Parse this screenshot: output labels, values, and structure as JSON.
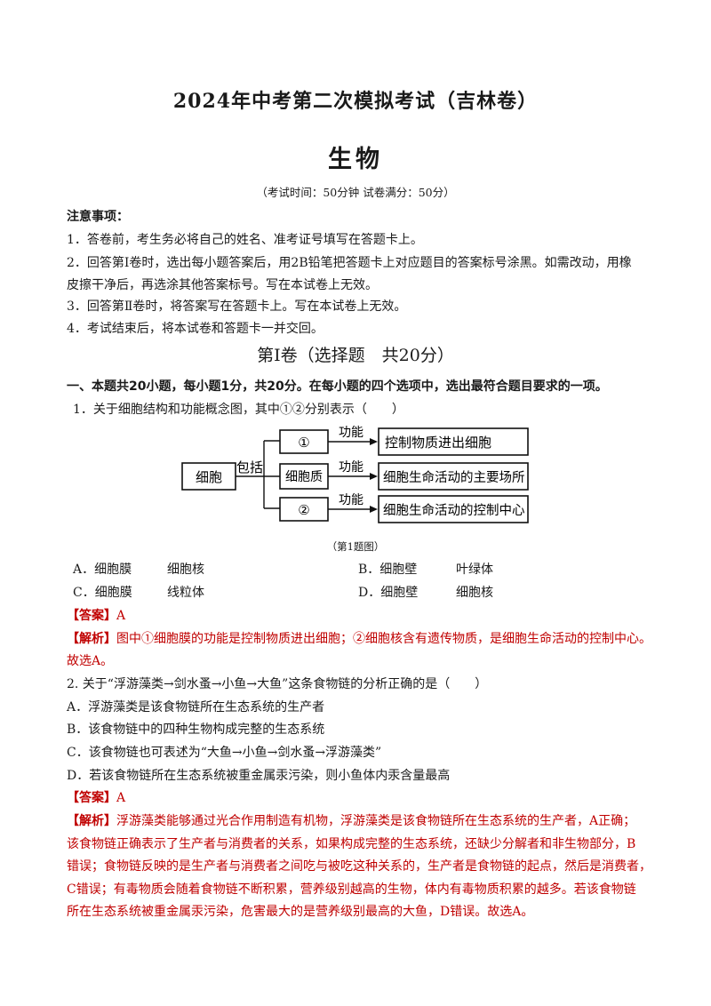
{
  "header": {
    "title": "2024年中考第二次模拟考试（吉林卷）",
    "subject": "生物",
    "exam_info": "（考试时间：50分钟 试卷满分：50分）"
  },
  "notice": {
    "title": "注意事项：",
    "items": [
      "1．答卷前，考生务必将自己的姓名、准考证号填写在答题卡上。",
      "2．回答第Ⅰ卷时，选出每小题答案后，用2B铅笔把答题卡上对应题目的答案标号涂黑。如需改动，用橡",
      "皮擦干净后，再选涂其他答案标号。写在本试卷上无效。",
      "3．回答第Ⅱ卷时，将答案写在答题卡上。写在本试卷上无效。",
      "4．考试结束后，将本试卷和答题卡一并交回。"
    ]
  },
  "section_title": "第Ⅰ卷（选择题　共20分）",
  "part_head": "一、本题共20小题，每小题1分，共20分。在每小题的四个选项中，选出最符合题目要求的一项。",
  "q1": {
    "stem": "1．关于细胞结构和功能概念图，其中①②分别表示（　　）",
    "diagram": {
      "root": "细胞",
      "include": "包括",
      "nodes": [
        "①",
        "细胞质",
        "②"
      ],
      "func": [
        "功能",
        "功能",
        "功能"
      ],
      "functions": [
        "控制物质进出细胞",
        "细胞生命活动的主要场所",
        "细胞生命活动的控制中心"
      ]
    },
    "caption": "（第1题图）",
    "options": {
      "A_label": "A．细胞膜",
      "A_2": "细胞核",
      "B_label": "B．细胞壁",
      "B_2": "叶绿体",
      "C_label": "C．细胞膜",
      "C_2": "线粒体",
      "D_label": "D．细胞壁",
      "D_2": "细胞核"
    },
    "answer_tag": "【答案】",
    "answer": "A",
    "analysis_tag": "【解析】",
    "analysis_1": "图中①细胞膜的功能是控制物质进出细胞；②细胞核含有遗传物质，是细胞生命活动的控制中心。",
    "analysis_2": "故选A。"
  },
  "q2": {
    "stem": "2. 关于“浮游藻类→剑水蚤→小鱼→大鱼”这条食物链的分析正确的是（　　）",
    "options": [
      "A．浮游藻类是该食物链所在生态系统的生产者",
      "B．该食物链中的四种生物构成完整的生态系统",
      "C．该食物链也可表述为“大鱼→小鱼→剑水蚤→浮游藻类”",
      "D．若该食物链所在生态系统被重金属汞污染，则小鱼体内汞含量最高"
    ],
    "answer_tag": "【答案】",
    "answer": "A",
    "analysis_tag": "【解析】",
    "analysis_lines": [
      "浮游藻类能够通过光合作用制造有机物，浮游藻类是该食物链所在生态系统的生产者，A正确；",
      "该食物链正确表示了生产者与消费者的关系，如果构成完整的生态系统，还缺少分解者和非生物部分，B",
      "错误；食物链反映的是生产者与消费者之间吃与被吃这种关系的，生产者是食物链的起点，然后是消费者，",
      "C错误；有毒物质会随着食物链不断积累，营养级别越高的生物，体内有毒物质积累的越多。若该食物链",
      "所在生态系统被重金属汞污染，危害最大的是营养级别最高的大鱼，D错误。故选A。"
    ]
  }
}
